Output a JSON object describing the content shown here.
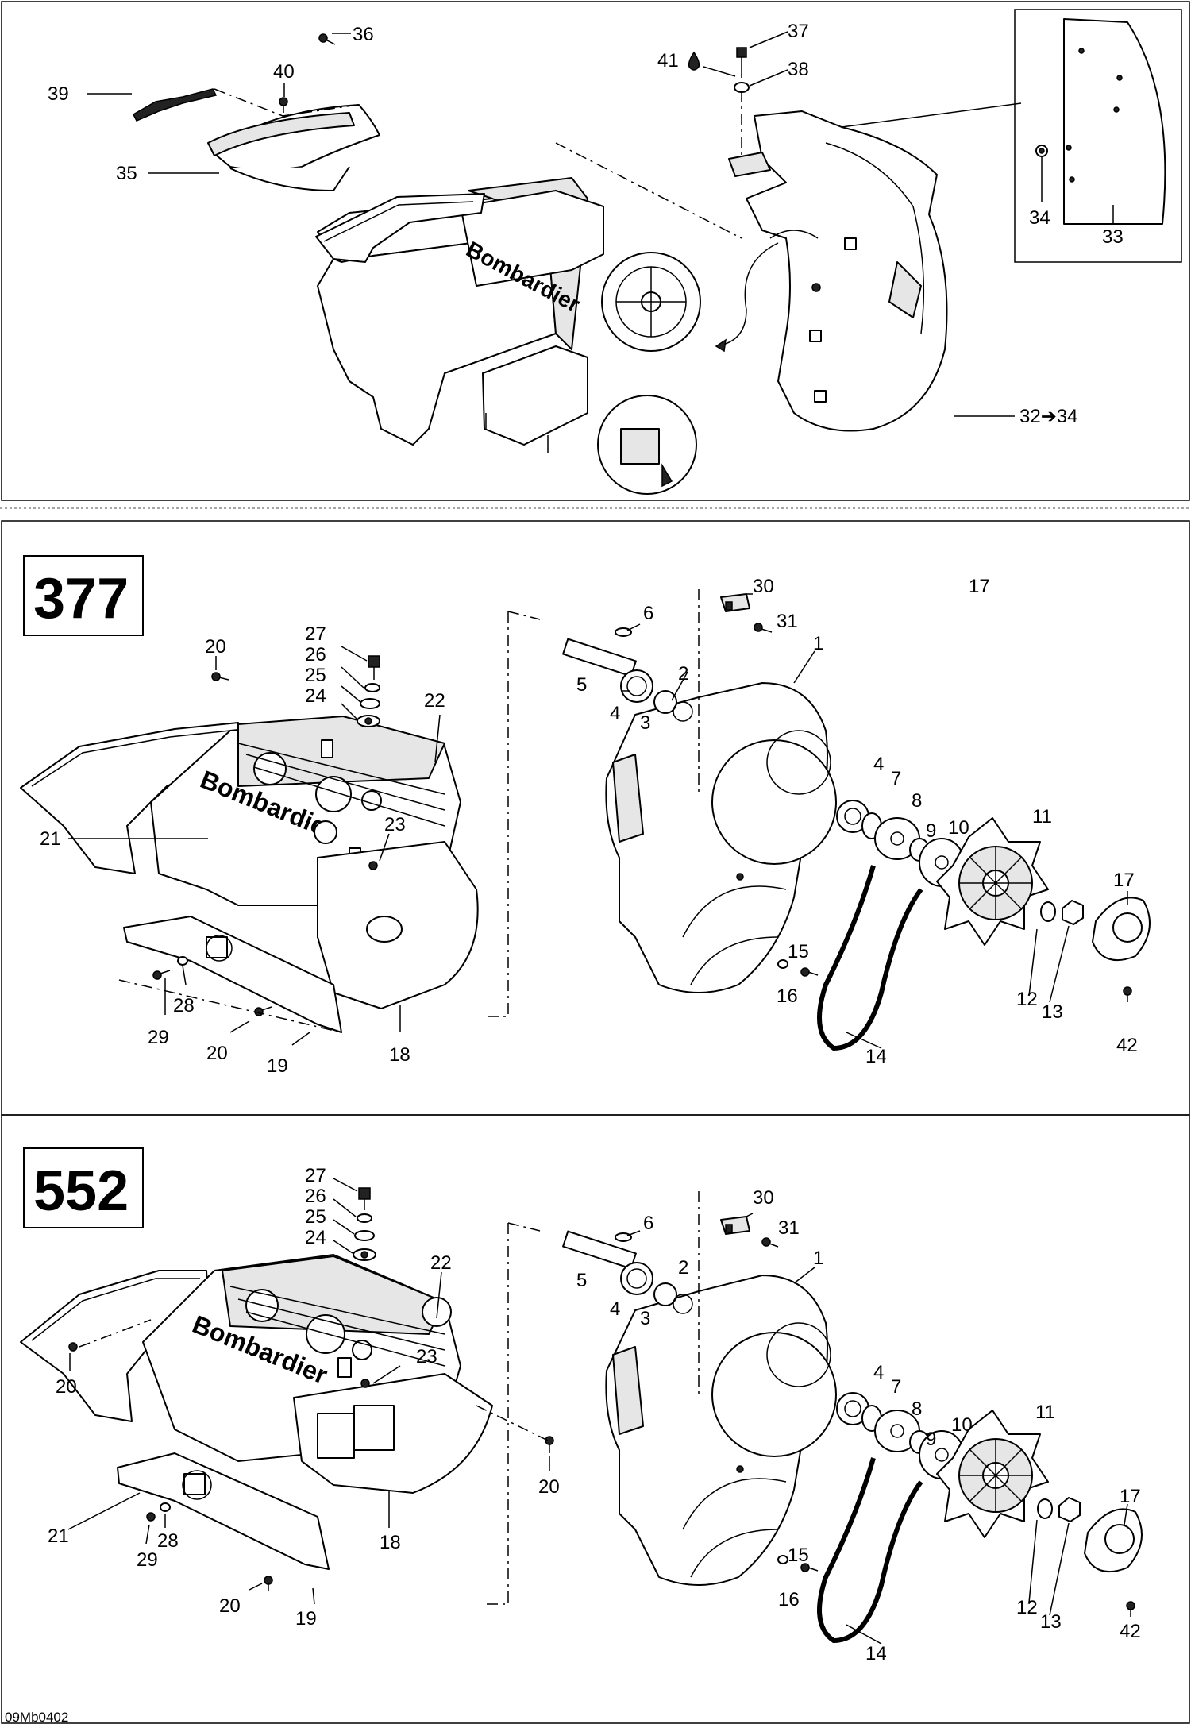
{
  "diagram_code": "09Mb0402",
  "symbols": {
    "arrow_glyph": "➔"
  },
  "panels": {
    "top": {
      "callouts": {
        "c36": "36",
        "c37": "37",
        "c38": "38",
        "c39": "39",
        "c40": "40",
        "c41": "41",
        "c35": "35",
        "c34": "34",
        "c33": "33",
        "c32_34": "32➔34"
      }
    },
    "p377": {
      "model": "377",
      "callouts": {
        "c17a": "17",
        "c30": "30",
        "c31": "31",
        "c6": "6",
        "c1": "1",
        "c20a": "20",
        "c27": "27",
        "c26": "26",
        "c25": "25",
        "c24": "24",
        "c22": "22",
        "c5": "5",
        "c2": "2",
        "c4a": "4",
        "c3": "3",
        "c4b": "4",
        "c7": "7",
        "c8": "8",
        "c9": "9",
        "c10": "10",
        "c11": "11",
        "c23": "23",
        "c21": "21",
        "c17b": "17",
        "c15": "15",
        "c16": "16",
        "c12": "12",
        "c13": "13",
        "c42": "42",
        "c28": "28",
        "c29": "29",
        "c20b": "20",
        "c19": "19",
        "c18": "18",
        "c14": "14"
      }
    },
    "p552": {
      "model": "552",
      "callouts": {
        "c27": "27",
        "c26": "26",
        "c25": "25",
        "c24": "24",
        "c30": "30",
        "c31": "31",
        "c6": "6",
        "c1": "1",
        "c22": "22",
        "c5": "5",
        "c2": "2",
        "c4a": "4",
        "c3": "3",
        "c23": "23",
        "c4b": "4",
        "c7": "7",
        "c8": "8",
        "c9": "9",
        "c10": "10",
        "c11": "11",
        "c20a": "20",
        "c20b": "20",
        "c21": "21",
        "c28": "28",
        "c29": "29",
        "c15": "15",
        "c16": "16",
        "c17": "17",
        "c12": "12",
        "c13": "13",
        "c18": "18",
        "c20c": "20",
        "c19": "19",
        "c42": "42",
        "c14": "14"
      }
    }
  }
}
